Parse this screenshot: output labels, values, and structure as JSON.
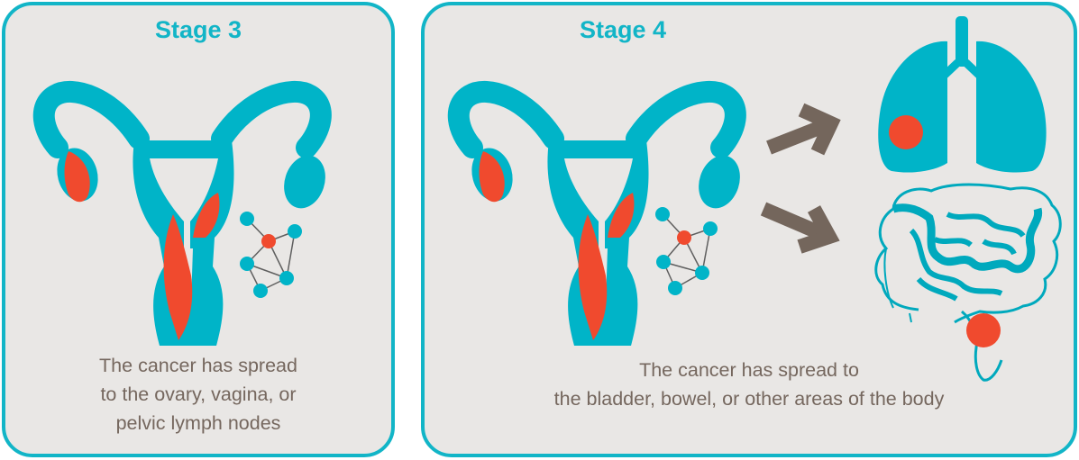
{
  "panels": [
    {
      "title": "Stage 3",
      "caption_lines": [
        "The cancer has spread",
        "to the ovary, vagina, or",
        "pelvic lymph nodes"
      ]
    },
    {
      "title": "Stage 4",
      "caption_lines": [
        "The cancer has spread to",
        "the bladder, bowel, or other areas of the body"
      ]
    }
  ],
  "colors": {
    "border": "#12b5c7",
    "organ": "#00b4c8",
    "tumor": "#f04a2e",
    "arrow": "#74665c",
    "caption": "#75675e",
    "panel_bg": "#e9e7e5"
  },
  "icons": [
    "uterus-icon",
    "lymph-node-icon",
    "lungs-icon",
    "bowel-icon",
    "arrow-icon"
  ]
}
